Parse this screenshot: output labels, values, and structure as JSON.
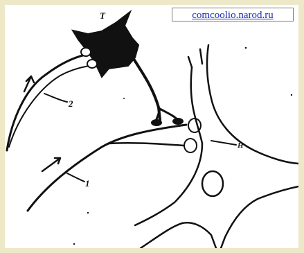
{
  "watermark": {
    "text": "comcoolio.narod.ru"
  },
  "labels": {
    "neuron_top": "T",
    "fiber_1": "1",
    "fiber_2": "2",
    "cell_body": "H"
  },
  "colors": {
    "frame": "#ede8c8",
    "ink": "#111111",
    "link": "#1a2fb5"
  }
}
